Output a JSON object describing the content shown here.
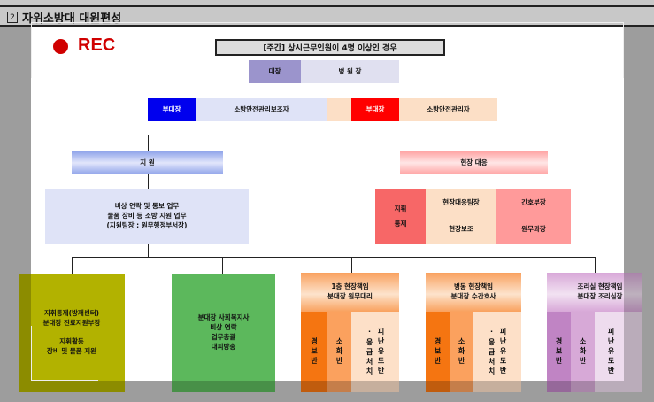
{
  "header": {
    "number": "2",
    "title": "자위소방대 대원편성"
  },
  "rec": {
    "label": "REC",
    "color": "#d00000"
  },
  "title_box": "[주간] 상시근무인원이 4명 이상인 경우",
  "chief": {
    "role": "대장",
    "name": "병 원 장"
  },
  "deputies": [
    {
      "role": "부대장",
      "name": "소방안전관리보조자",
      "color": "#0000ee"
    },
    {
      "role": "부대장",
      "name": "소방안전관리자",
      "color": "#ff0000"
    }
  ],
  "support": {
    "label": "지   원",
    "duties": [
      "비상 연락 및 통보 업무",
      "물품 장비 등 소방 지원 업무",
      "(지원팀장 : 원무행정부서장)"
    ]
  },
  "field": {
    "label": "현장 대응",
    "command": [
      "지휘",
      "통제"
    ],
    "leader": "현장대응팀장",
    "assist": "현장보조",
    "nurse_head": "간호부장",
    "admin_head": "원무과장"
  },
  "units": [
    {
      "lines": [
        "지휘통제(방재센터)",
        "분대장 진료지원부장",
        "",
        "지휘활동",
        "장비 및 물품 지원"
      ],
      "color": "#b2b200"
    },
    {
      "lines": [
        "분대장 사회복지사",
        "비상 연락",
        "업무총괄",
        "대피방송"
      ],
      "color": "#5cb85c"
    }
  ],
  "squads": [
    {
      "title": [
        "1층 현장책임",
        "분대장 원무대리"
      ],
      "alarm": "경보반",
      "fire": "소화반",
      "evac1": "피난유도반",
      "evac2": "·응급처치"
    },
    {
      "title": [
        "병동 현장책임",
        "분대장 수간호사"
      ],
      "alarm": "경보반",
      "fire": "소화반",
      "evac1": "피난유도반",
      "evac2": "·응급처치"
    },
    {
      "title": [
        "조리실 현장책임",
        "분대장 조리실장"
      ],
      "alarm": "경보반",
      "fire": "소화반",
      "evac1": "피난유도반"
    }
  ]
}
